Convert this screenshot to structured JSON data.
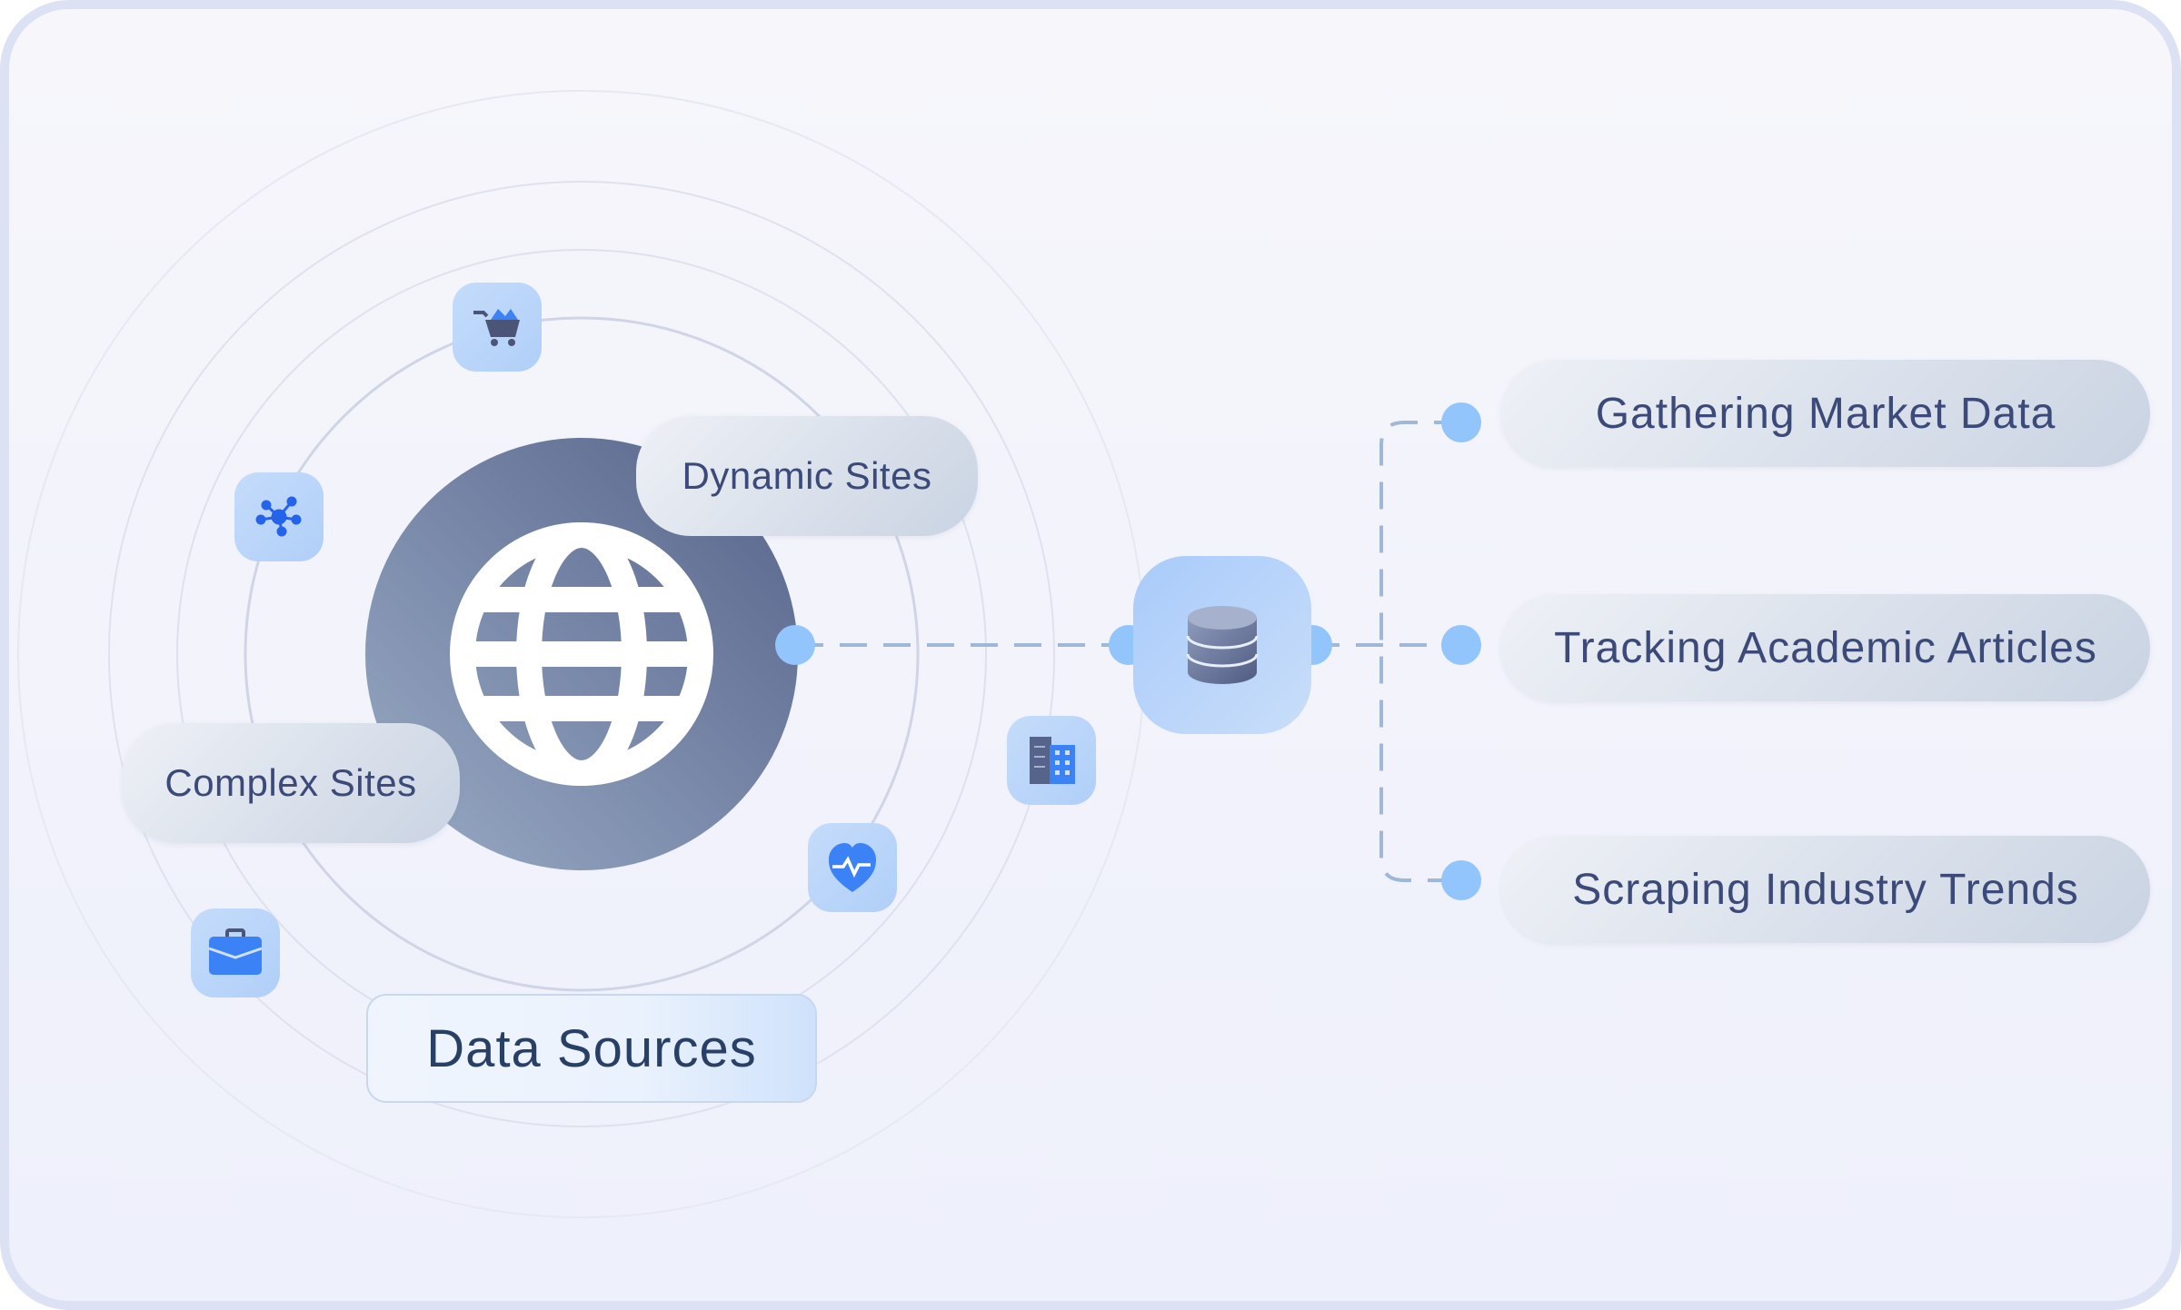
{
  "center": {
    "icon": "globe-icon",
    "label": "Data Sources"
  },
  "source_types": [
    {
      "label": "Dynamic Sites"
    },
    {
      "label": "Complex Sites"
    }
  ],
  "orbit_icons": [
    {
      "icon": "shopping-cart-icon"
    },
    {
      "icon": "network-hub-icon"
    },
    {
      "icon": "briefcase-icon"
    },
    {
      "icon": "heart-pulse-icon"
    },
    {
      "icon": "office-building-icon"
    }
  ],
  "hub": {
    "icon": "database-icon"
  },
  "outputs": [
    {
      "label": "Gathering Market Data"
    },
    {
      "label": "Tracking Academic Articles"
    },
    {
      "label": "Scraping Industry Trends"
    }
  ],
  "colors": {
    "accent_dot": "#93c5fd",
    "hub_bg": "#b7d4fb",
    "globe_dark": "#5b6a8f",
    "connector": "#9fb8d8",
    "text": "#3b4a78"
  }
}
